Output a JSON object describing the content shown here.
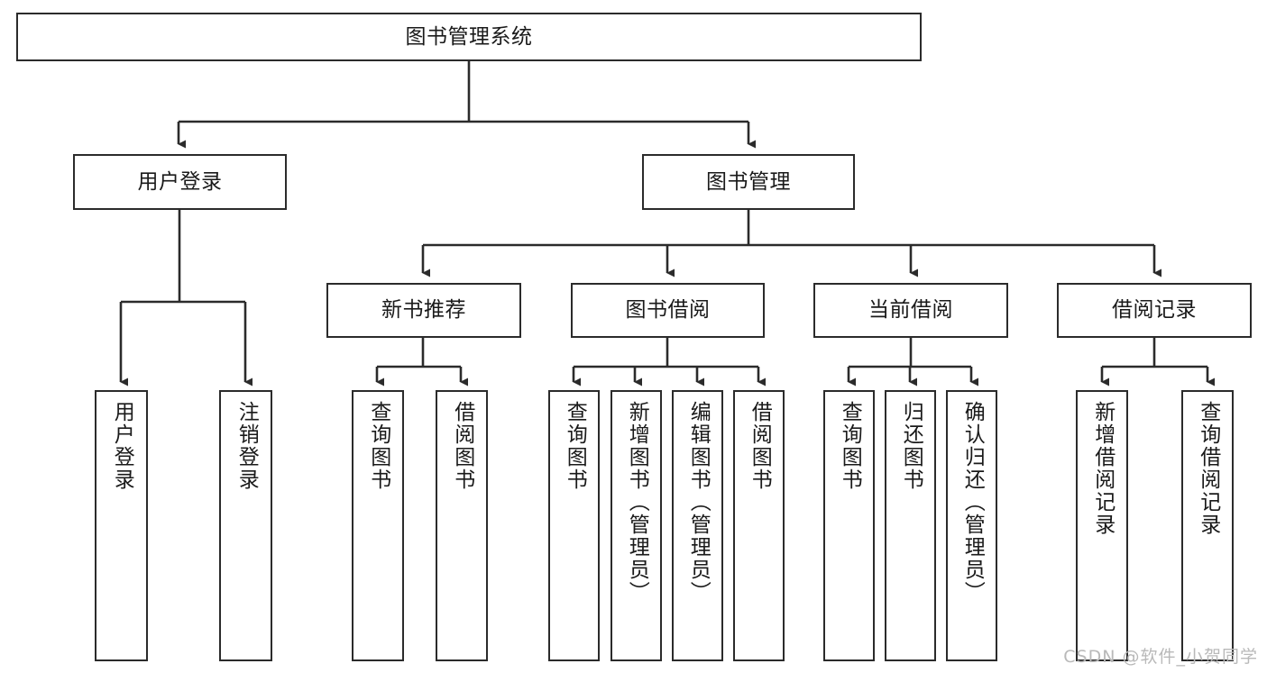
{
  "diagram": {
    "type": "hierarchy-tree",
    "title": "图书管理系统",
    "orientation": "top-down",
    "root": {
      "id": "root",
      "label": "图书管理系统"
    },
    "level2": [
      {
        "id": "user-login",
        "label": "用户登录"
      },
      {
        "id": "book-management",
        "label": "图书管理"
      }
    ],
    "level3": [
      {
        "id": "new-book-recommend",
        "label": "新书推荐"
      },
      {
        "id": "book-borrow",
        "label": "图书借阅"
      },
      {
        "id": "current-borrow",
        "label": "当前借阅"
      },
      {
        "id": "borrow-record",
        "label": "借阅记录"
      }
    ],
    "leaves": {
      "user_login": [
        {
          "id": "leaf-user-login",
          "label": "用户登录"
        },
        {
          "id": "leaf-user-logout",
          "label": "注销登录"
        }
      ],
      "new_book_recommend": [
        {
          "id": "leaf-query-book-1",
          "label": "查询图书"
        },
        {
          "id": "leaf-borrow-book-1",
          "label": "借阅图书"
        }
      ],
      "book_borrow": [
        {
          "id": "leaf-query-book-2",
          "label": "查询图书"
        },
        {
          "id": "leaf-add-book",
          "label": "新增图书（管理员）"
        },
        {
          "id": "leaf-edit-book",
          "label": "编辑图书（管理员）"
        },
        {
          "id": "leaf-borrow-book-2",
          "label": "借阅图书"
        }
      ],
      "current_borrow": [
        {
          "id": "leaf-query-book-3",
          "label": "查询图书"
        },
        {
          "id": "leaf-return-book",
          "label": "归还图书"
        },
        {
          "id": "leaf-confirm-return",
          "label": "确认归还（管理员）"
        }
      ],
      "borrow_record": [
        {
          "id": "leaf-add-record",
          "label": "新增借阅记录"
        },
        {
          "id": "leaf-query-record",
          "label": "查询借阅记录"
        }
      ]
    },
    "colors": {
      "stroke": "#2b2b2b",
      "fill": "#ffffff",
      "text": "#1a1a1a",
      "watermark": "#b9b9b9"
    }
  },
  "watermark": {
    "text": "CSDN @软件_小贺同学"
  }
}
